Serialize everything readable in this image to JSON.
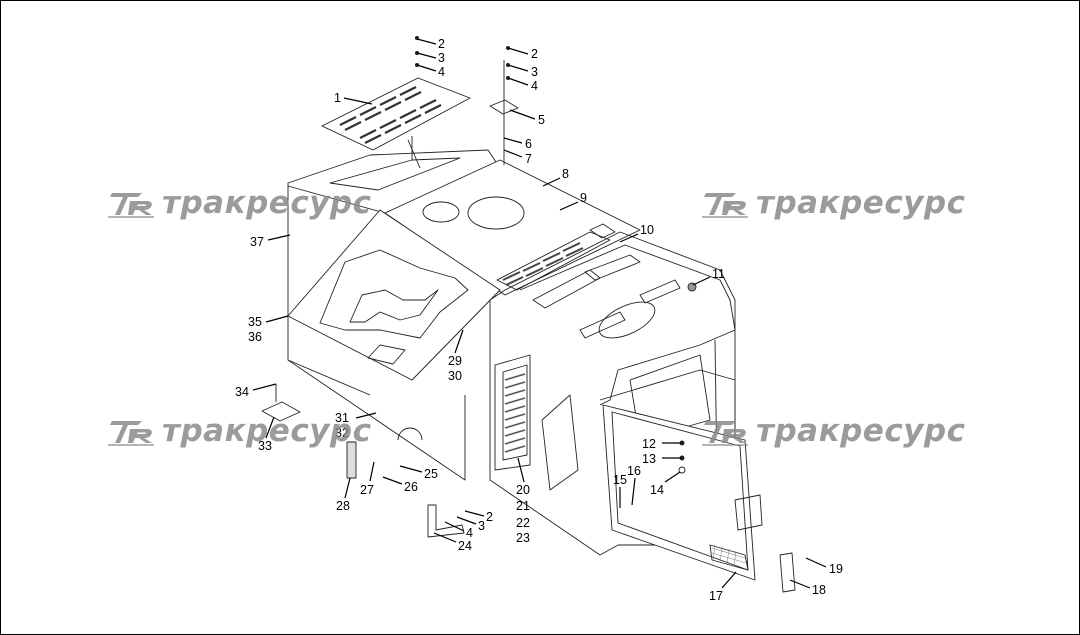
{
  "watermark": {
    "text": "тракресурс",
    "logo_icon": "tr-logo-icon"
  },
  "callouts": [
    {
      "id": "c1",
      "label": "1"
    },
    {
      "id": "c2a",
      "label": "2"
    },
    {
      "id": "c3a",
      "label": "3"
    },
    {
      "id": "c4a",
      "label": "4"
    },
    {
      "id": "c2b",
      "label": "2"
    },
    {
      "id": "c3b",
      "label": "3"
    },
    {
      "id": "c4b",
      "label": "4"
    },
    {
      "id": "c5",
      "label": "5"
    },
    {
      "id": "c6",
      "label": "6"
    },
    {
      "id": "c7",
      "label": "7"
    },
    {
      "id": "c8",
      "label": "8"
    },
    {
      "id": "c9",
      "label": "9"
    },
    {
      "id": "c10",
      "label": "10"
    },
    {
      "id": "c11",
      "label": "11"
    },
    {
      "id": "c37",
      "label": "37"
    },
    {
      "id": "c35",
      "label": "35"
    },
    {
      "id": "c36",
      "label": "36"
    },
    {
      "id": "c29",
      "label": "29"
    },
    {
      "id": "c30",
      "label": "30"
    },
    {
      "id": "c34",
      "label": "34"
    },
    {
      "id": "c31",
      "label": "31"
    },
    {
      "id": "c32",
      "label": "32"
    },
    {
      "id": "c33",
      "label": "33"
    },
    {
      "id": "c25",
      "label": "25"
    },
    {
      "id": "c26",
      "label": "26"
    },
    {
      "id": "c27",
      "label": "27"
    },
    {
      "id": "c28",
      "label": "28"
    },
    {
      "id": "c20",
      "label": "20"
    },
    {
      "id": "c21",
      "label": "21"
    },
    {
      "id": "c22",
      "label": "22"
    },
    {
      "id": "c23",
      "label": "23"
    },
    {
      "id": "c2c",
      "label": "2"
    },
    {
      "id": "c3c",
      "label": "3"
    },
    {
      "id": "c4c",
      "label": "4"
    },
    {
      "id": "c24",
      "label": "24"
    },
    {
      "id": "c12",
      "label": "12"
    },
    {
      "id": "c13",
      "label": "13"
    },
    {
      "id": "c14",
      "label": "14"
    },
    {
      "id": "c15",
      "label": "15"
    },
    {
      "id": "c16",
      "label": "16"
    },
    {
      "id": "c17",
      "label": "17"
    },
    {
      "id": "c18",
      "label": "18"
    },
    {
      "id": "c19",
      "label": "19"
    }
  ]
}
